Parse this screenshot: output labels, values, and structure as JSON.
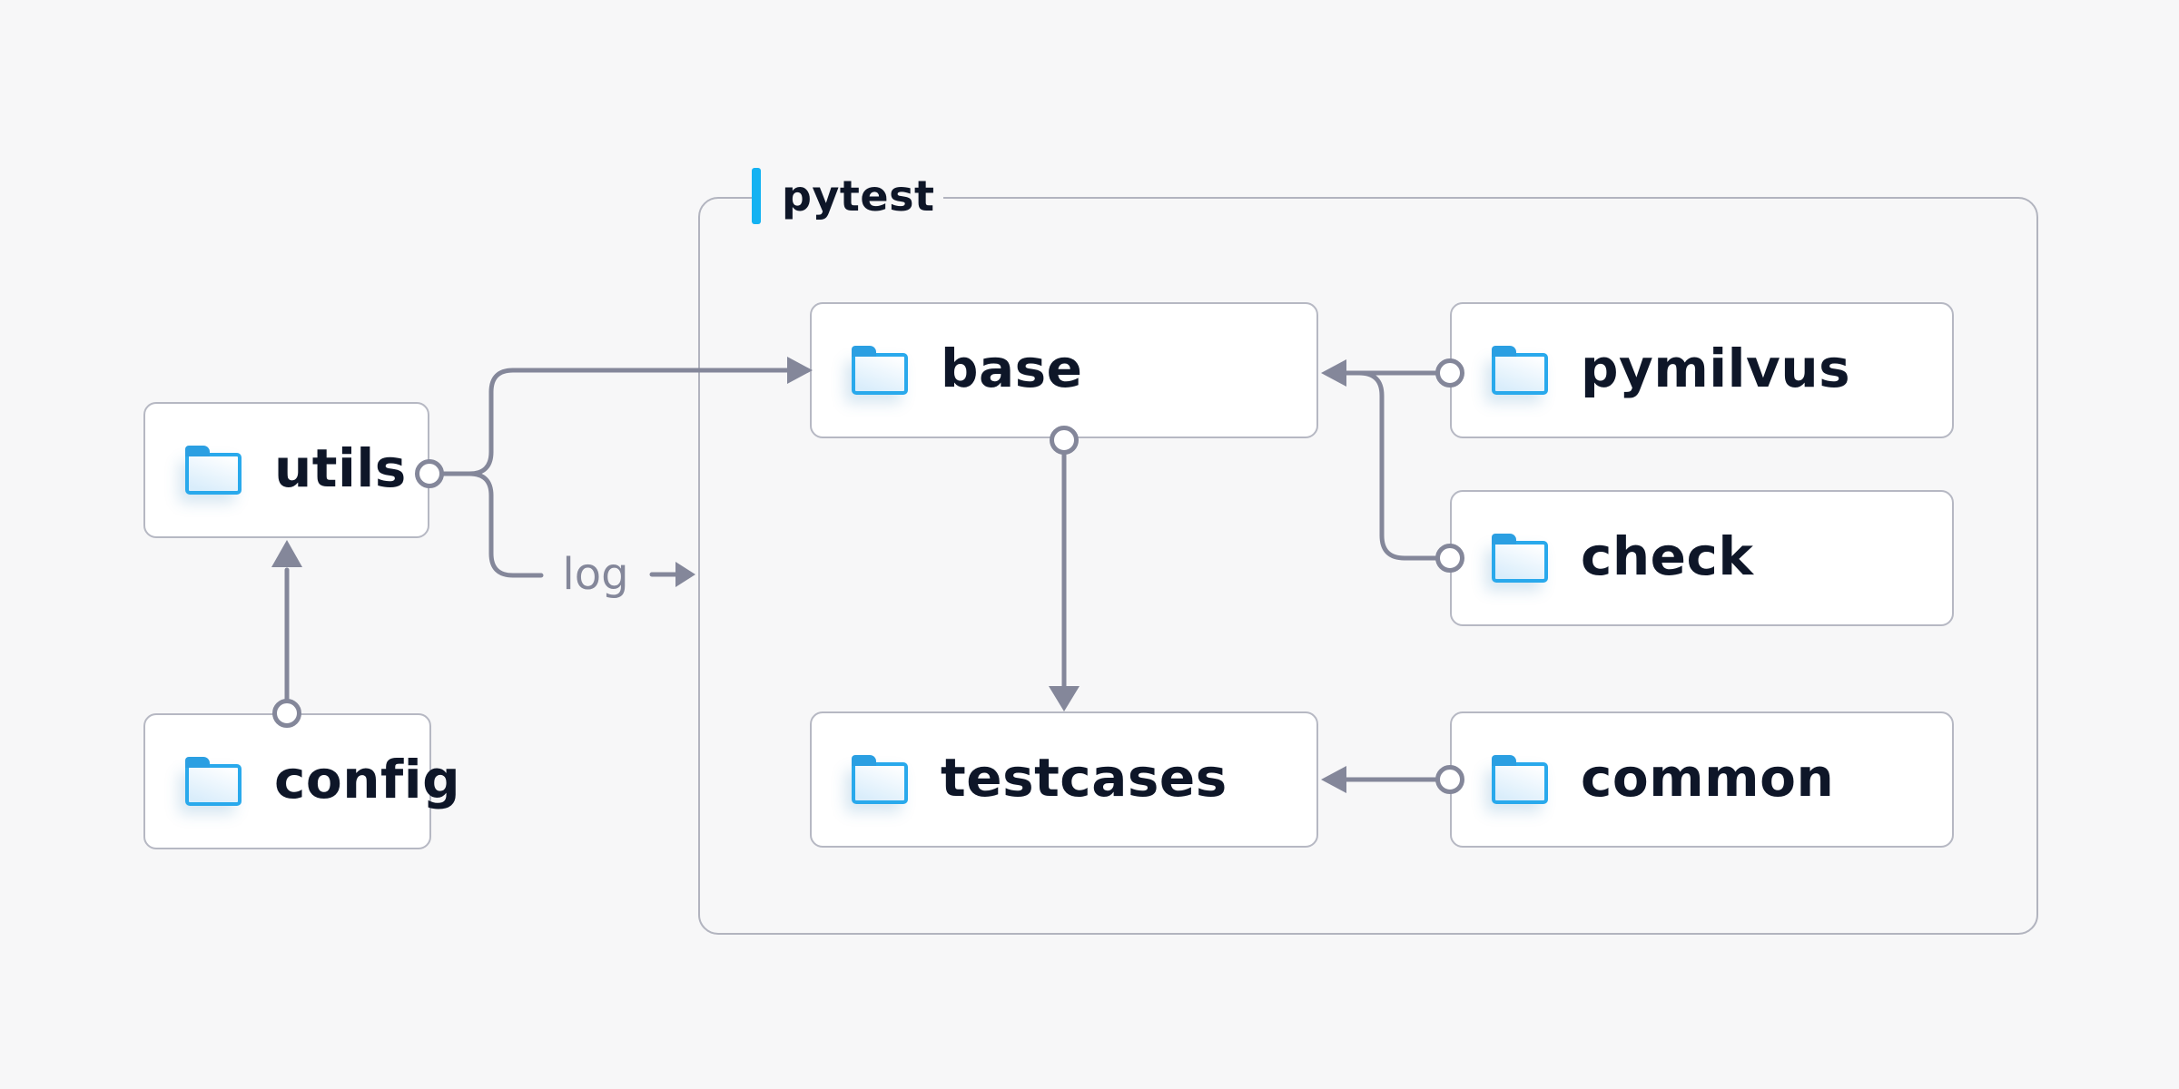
{
  "group": {
    "label": "pytest"
  },
  "nodes": {
    "utils": {
      "label": "utils",
      "icon": "folder-icon"
    },
    "config": {
      "label": "config",
      "icon": "folder-icon"
    },
    "base": {
      "label": "base",
      "icon": "folder-icon"
    },
    "pymilvus": {
      "label": "pymilvus",
      "icon": "folder-icon"
    },
    "check": {
      "label": "check",
      "icon": "folder-icon"
    },
    "testcases": {
      "label": "testcases",
      "icon": "folder-icon"
    },
    "common": {
      "label": "common",
      "icon": "folder-icon"
    }
  },
  "labels": {
    "log": "log"
  },
  "edges": [
    {
      "from": "utils",
      "to": "base",
      "start": "circle",
      "end": "arrow"
    },
    {
      "from": "utils",
      "to": "log-label",
      "start": "circle",
      "end": "none"
    },
    {
      "from": "log-label",
      "to": "pytest-group",
      "start": "none",
      "end": "arrow"
    },
    {
      "from": "config",
      "to": "utils",
      "start": "circle",
      "end": "arrow"
    },
    {
      "from": "base",
      "to": "testcases",
      "start": "circle",
      "end": "arrow"
    },
    {
      "from": "pymilvus",
      "to": "base",
      "start": "circle",
      "end": "arrow"
    },
    {
      "from": "check",
      "to": "base",
      "start": "circle",
      "end": "merge"
    },
    {
      "from": "common",
      "to": "testcases",
      "start": "circle",
      "end": "arrow"
    }
  ],
  "colors": {
    "background": "#f7f7f8",
    "node_fill": "#ffffff",
    "node_border": "#b6b8c3",
    "group_border": "#b2b4bf",
    "connector": "#84879a",
    "text": "#0e1628",
    "muted_text": "#84879a",
    "accent": "#14b2f2",
    "folder_stroke": "#29a9ec",
    "folder_tab": "#2b9fe2",
    "folder_fill_top": "#fdfeff",
    "folder_fill_bottom": "#d9edfb"
  }
}
